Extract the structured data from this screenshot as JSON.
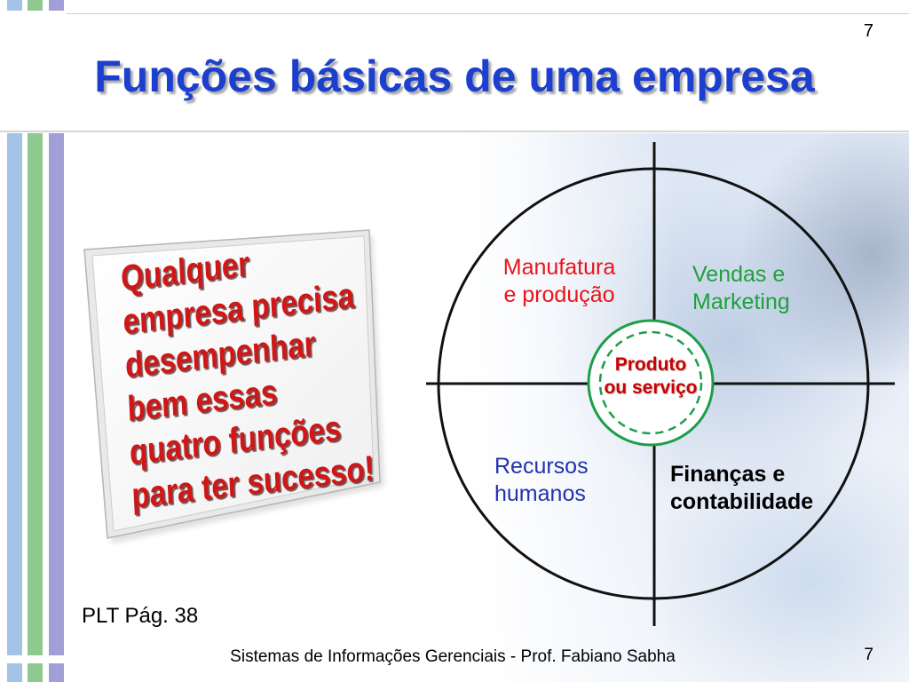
{
  "header": {
    "page_number": "7",
    "title": "Funções básicas de uma empresa"
  },
  "callout": {
    "lines": [
      "Qualquer",
      "empresa precisa",
      "desempenhar",
      "bem essas",
      "quatro funções",
      "para ter sucesso!"
    ],
    "color": "#d01616"
  },
  "diagram": {
    "center": {
      "lines": [
        "Produto",
        "ou serviço"
      ],
      "color": "#cc0000",
      "ring_color": "#1c9e48"
    },
    "quadrants": [
      {
        "lines": [
          "Manufatura",
          "e produção"
        ],
        "color": "#e8141c"
      },
      {
        "lines": [
          "Vendas e",
          "Marketing"
        ],
        "color": "#1fa03c"
      },
      {
        "lines": [
          "Recursos",
          "humanos"
        ],
        "color": "#2232ad"
      },
      {
        "lines": [
          "Finanças e",
          "contabilidade"
        ],
        "color": "#000000"
      }
    ]
  },
  "reference": "PLT Pág. 38",
  "footer": {
    "text": "Sistemas de Informações Gerenciais - Prof. Fabiano Sabha",
    "page_number": "7"
  },
  "theme": {
    "title_color": "#1c3fcf",
    "stripe_colors": [
      "#a3c4e6",
      "#90c990",
      "#a0a0d6"
    ]
  }
}
